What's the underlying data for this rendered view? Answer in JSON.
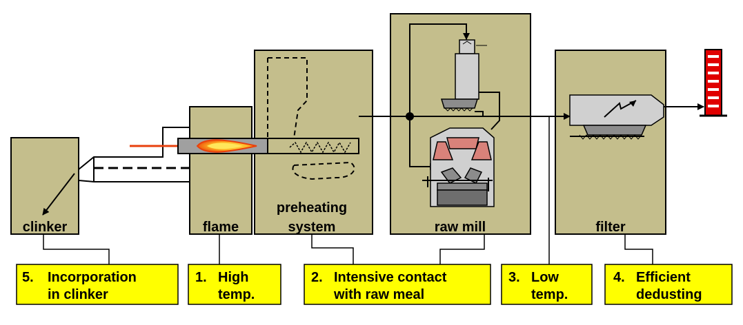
{
  "colors": {
    "box_fill": "#C4BE8C",
    "callout_fill": "#FFFF00",
    "line": "#000000",
    "equipment_gray": "#D0D0D0",
    "equipment_dark": "#8C8C8C",
    "mill_red": "#D9827A",
    "flame_outer": "#E8400C",
    "flame_inner": "#FFD21E",
    "stack_red": "#E00000"
  },
  "stages": [
    {
      "id": "clinker",
      "label": "clinker"
    },
    {
      "id": "flame",
      "label": "flame"
    },
    {
      "id": "preheating",
      "label_line1": "preheating",
      "label_line2": "system"
    },
    {
      "id": "raw_mill",
      "label": "raw mill"
    },
    {
      "id": "filter",
      "label": "filter"
    }
  ],
  "callouts": [
    {
      "number": "5.",
      "line1": "Incorporation",
      "line2": "in clinker"
    },
    {
      "number": "1.",
      "line1": "High",
      "line2": "temp."
    },
    {
      "number": "2.",
      "line1": "Intensive contact",
      "line2": "with raw meal"
    },
    {
      "number": "3.",
      "line1": "Low",
      "line2": "temp."
    },
    {
      "number": "4.",
      "line1": "Efficient",
      "line2": "dedusting"
    }
  ],
  "icons": {
    "kiln": "rotary-kiln-icon",
    "burner": "burner-flame-icon",
    "cyclone": "cyclone-preheater-icon",
    "separator": "separator-icon",
    "mill": "vertical-roller-mill-icon",
    "filter": "bag-filter-icon",
    "stack": "chimney-stack-icon"
  }
}
